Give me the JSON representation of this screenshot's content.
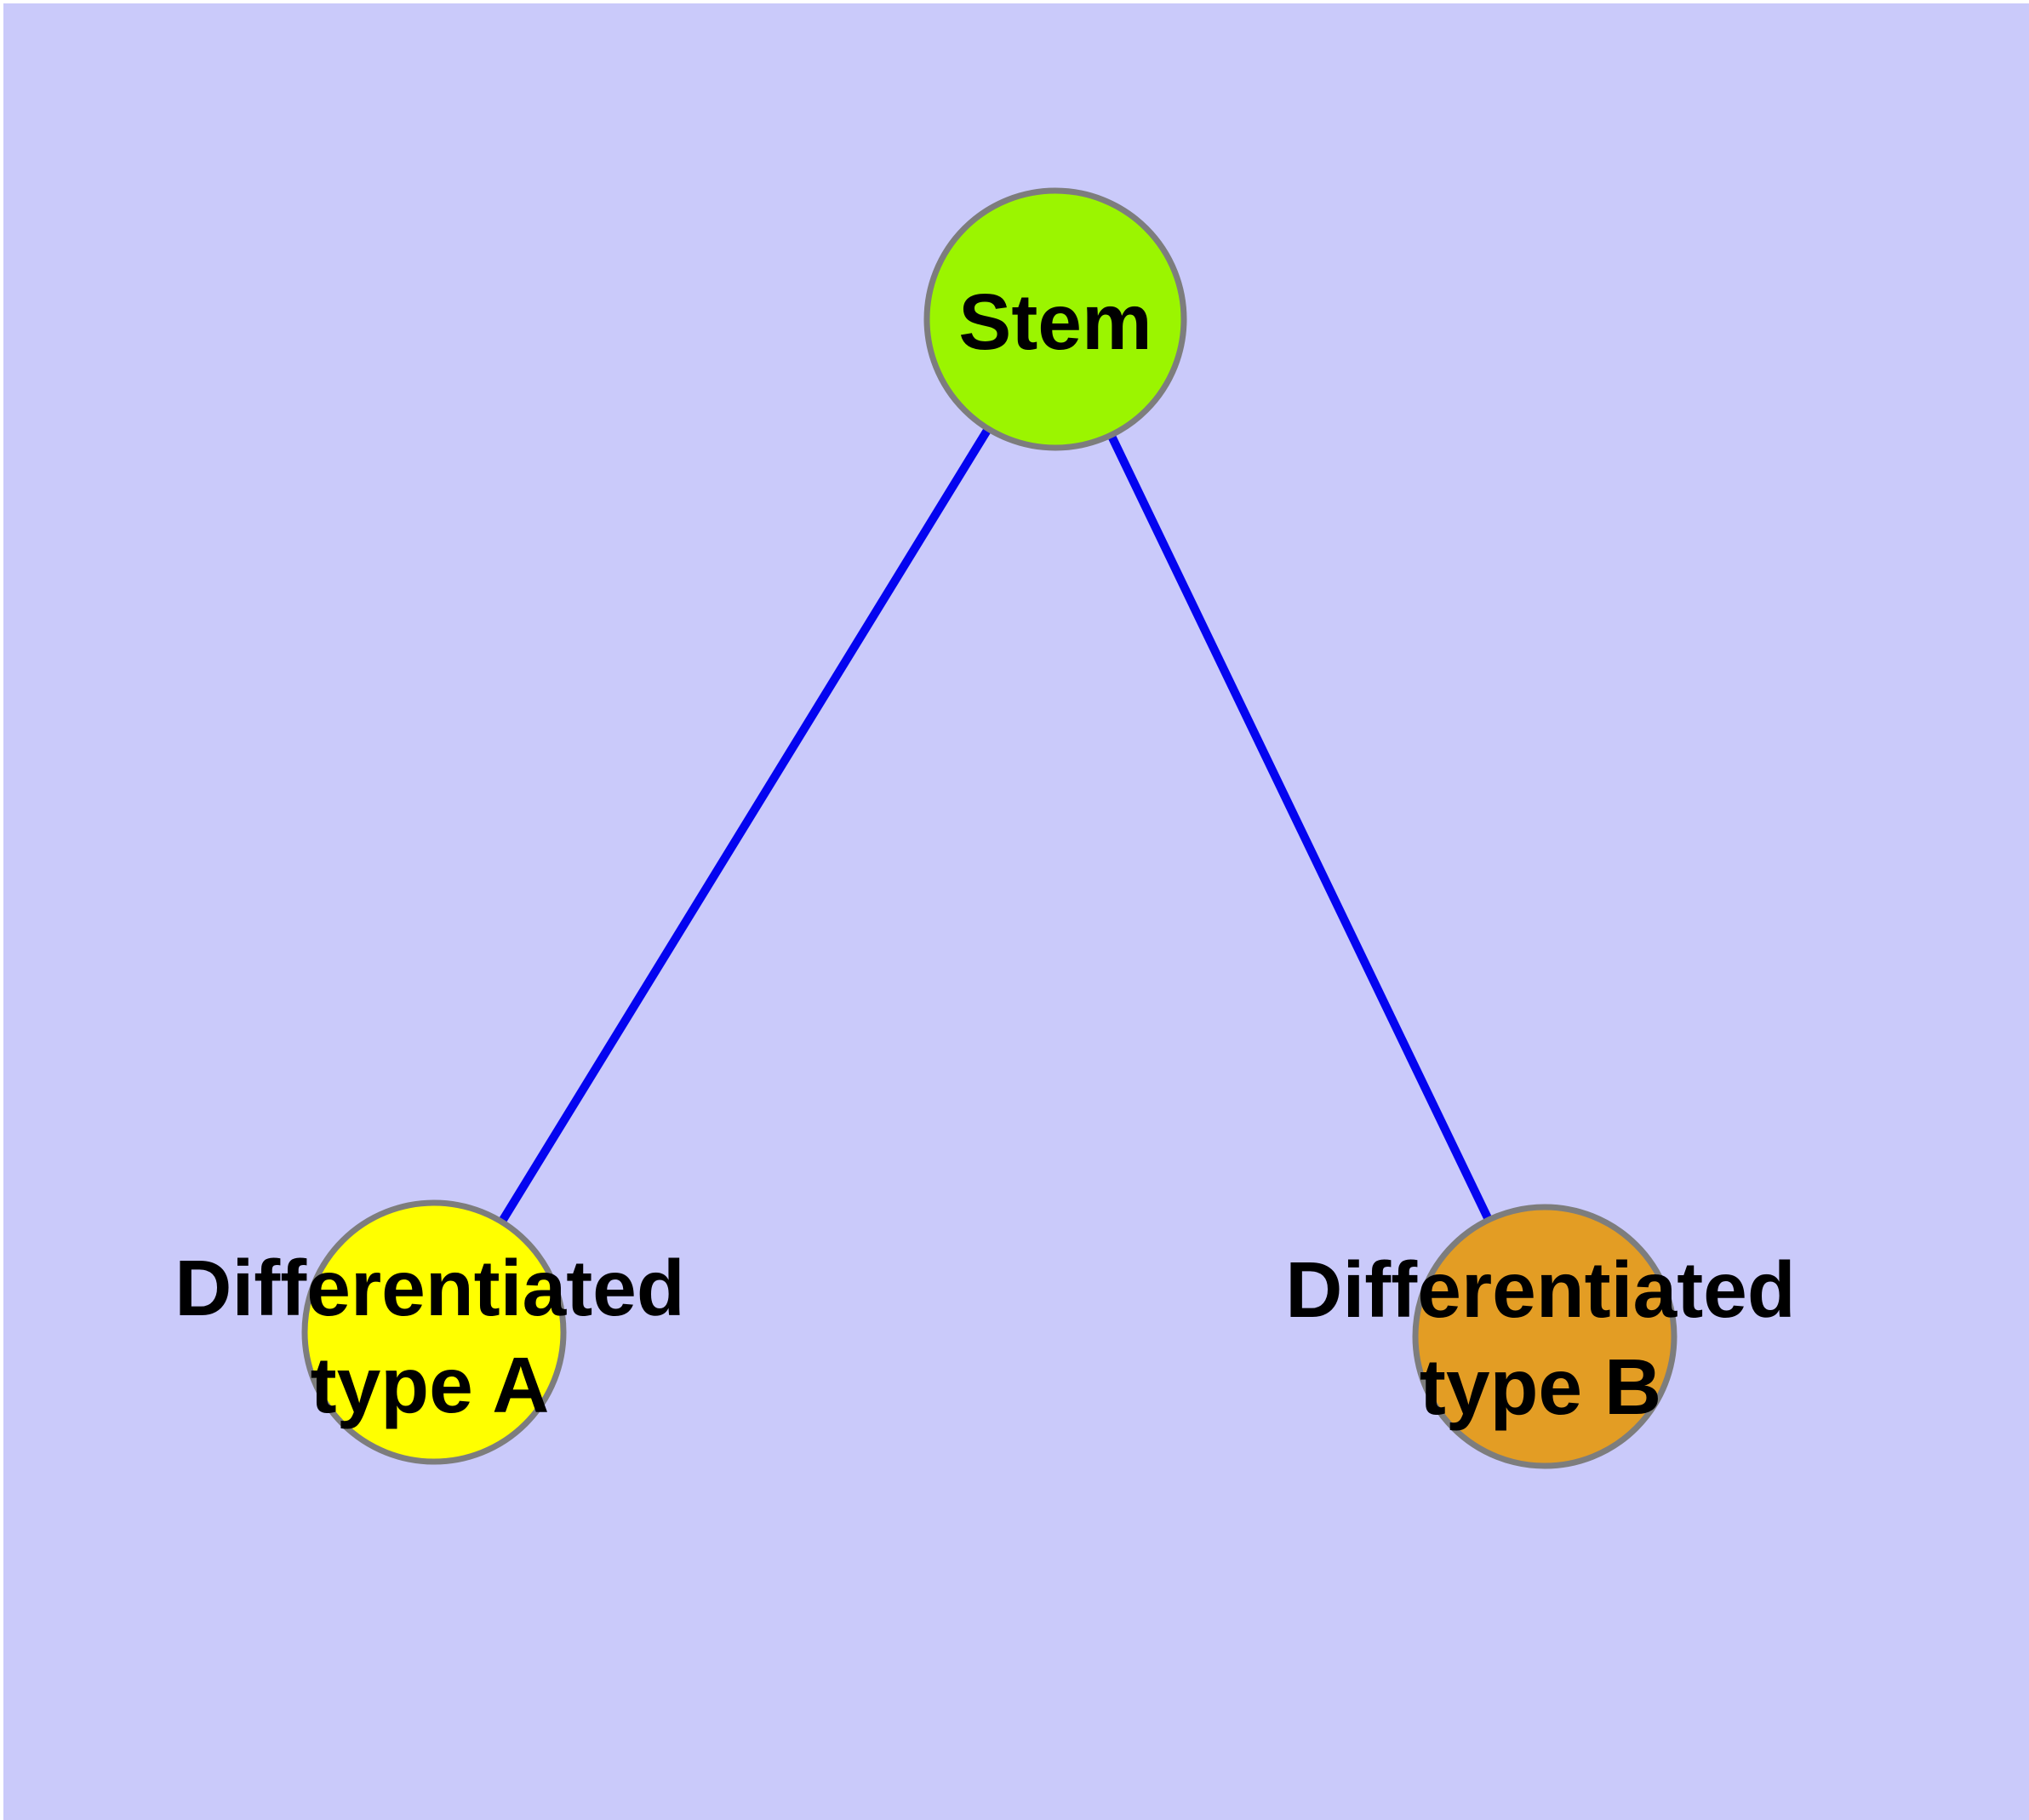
{
  "diagram": {
    "background_color": "#CACAFA",
    "frame_edge_color": "#FFFFFF",
    "edge_color": "#0404F0",
    "node_border_color": "#7D7D7D",
    "text_color": "#000000",
    "nodes": [
      {
        "id": "stem",
        "label_lines": [
          "Stem"
        ],
        "fill_color": "#9BF500"
      },
      {
        "id": "type-a",
        "label_lines": [
          "Differentiated",
          "type A"
        ],
        "fill_color": "#FFFF00"
      },
      {
        "id": "type-b",
        "label_lines": [
          "Differentiated",
          "type B"
        ],
        "fill_color": "#E39D24"
      }
    ],
    "edges": [
      {
        "from": "stem",
        "to": "type-a"
      },
      {
        "from": "stem",
        "to": "type-b"
      }
    ]
  }
}
